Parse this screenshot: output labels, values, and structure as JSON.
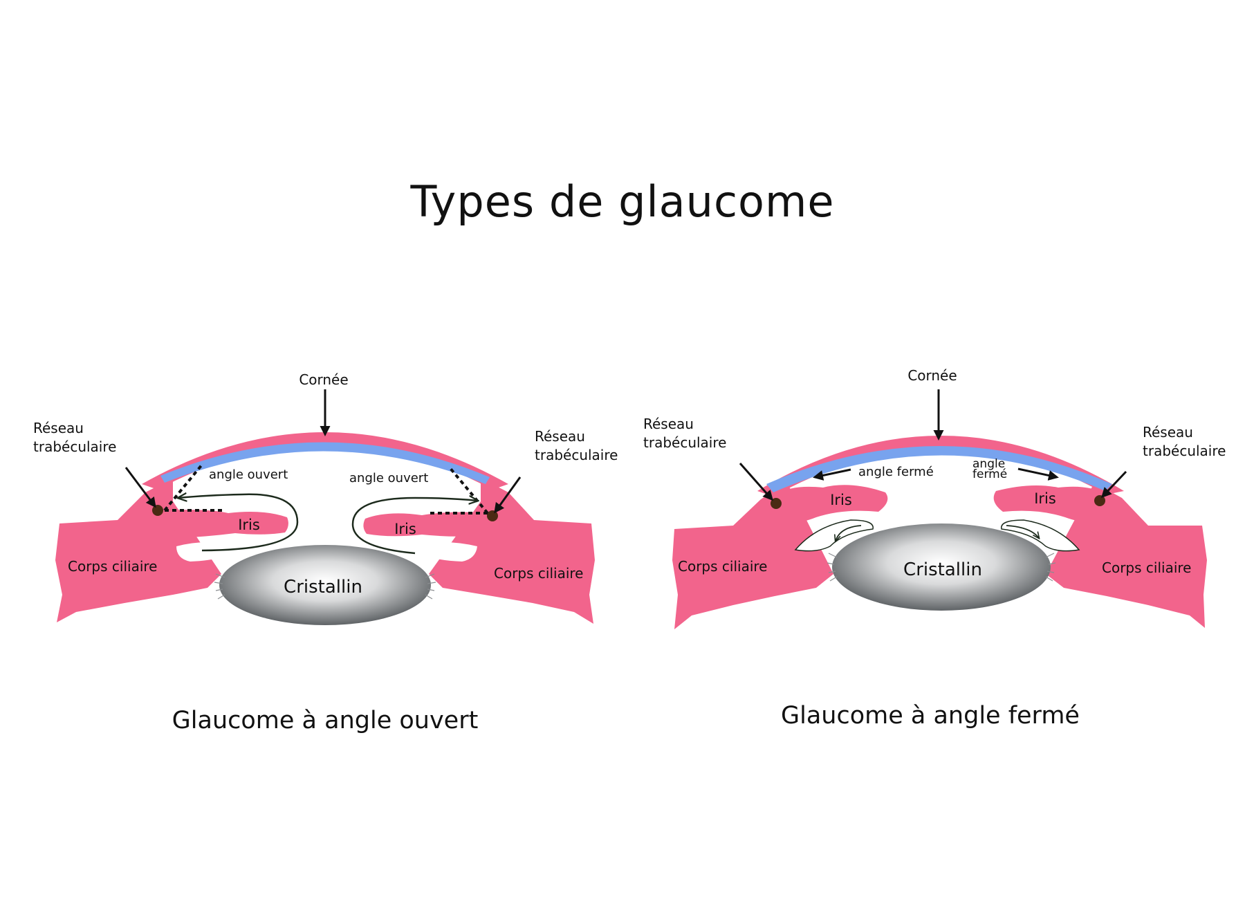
{
  "title": "Types de glaucome",
  "colors": {
    "tissue": "#f2648c",
    "cornea_inner": "#78a3ee",
    "meshwork": "#4a2a14",
    "lens_dark": "#5f6366",
    "lens_light": "#ffffff",
    "label": "#111111"
  },
  "diagrams": [
    {
      "caption": "Glaucome à angle ouvert",
      "labels": {
        "cornea": "Cornée",
        "meshwork_left": "Réseau\ntrabéculaire",
        "meshwork_right": "Réseau\ntrabéculaire",
        "angle_left": "angle ouvert",
        "angle_right": "angle ouvert",
        "iris_left": "Iris",
        "iris_right": "Iris",
        "ciliary_left": "Corps ciliaire",
        "ciliary_right": "Corps ciliaire",
        "lens": "Cristallin"
      }
    },
    {
      "caption": "Glaucome à angle fermé",
      "labels": {
        "cornea": "Cornée",
        "meshwork_left": "Réseau\ntrabéculaire",
        "meshwork_right": "Réseau\ntrabéculaire",
        "angle_left": "angle fermé",
        "angle_right": "angle\nfermé",
        "iris_left": "Iris",
        "iris_right": "Iris",
        "ciliary_left": "Corps ciliaire",
        "ciliary_right": "Corps ciliaire",
        "lens": "Cristallin"
      }
    }
  ]
}
